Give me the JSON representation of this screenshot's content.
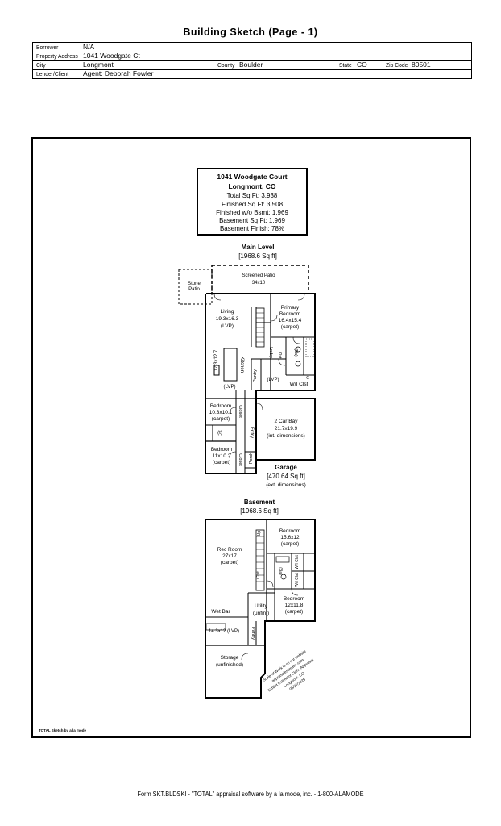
{
  "page_title": "Building Sketch (Page - 1)",
  "header": {
    "borrower_label": "Borrower",
    "borrower": "N/A",
    "property_address_label": "Property Address",
    "property_address": "1041 Woodgate Ct",
    "city_label": "City",
    "city": "Longmont",
    "county_label": "County",
    "county": "Boulder",
    "state_label": "State",
    "state": "CO",
    "zip_label": "Zip Code",
    "zip": "80501",
    "lender_label": "Lender/Client",
    "lender": "Agent: Deborah Fowler"
  },
  "summary": {
    "line1": "1041 Woodgate Court",
    "line2": "Longmont, CO",
    "line3": "Total Sq Ft: 3,938",
    "line4": "Finished Sq Ft: 3,508",
    "line5": "Finished w/o Bsmt: 1,969",
    "line6": "Basement Sq Ft: 1,969",
    "line7": "Basement Finish: 78%"
  },
  "main_level": {
    "title": "Main Level",
    "area": "[1968.6 Sq ft]",
    "screened_patio": "Screened Patio",
    "screened_patio_dim": "34x10",
    "stone_patio_1": "Stone",
    "stone_patio_2": "Patio",
    "living": "Living",
    "living_dim": "19.3x16.3",
    "living_floor": "(LVP)",
    "primary_1": "Primary",
    "primary_2": "Bedroom",
    "primary_dim": "16.4x15.4",
    "primary_floor": "(carpet)",
    "kitchen": "Kitchen",
    "kitchen_dim": "17.3x12.7",
    "kitchen_floor": "(LVP)",
    "laundry": "Lndry",
    "laundry_floor": "(LVP)",
    "pantry": "Pantry",
    "closet_small": "Clst",
    "bath": "(Ba)",
    "wic": "W/I Clst",
    "bedroom1": "Bedroom",
    "bedroom1_dim": "10.3x10.1",
    "bedroom1_floor": "(carpet)",
    "closet1": "Closet",
    "half_bath": "(t)",
    "entry": "Entry",
    "bedroom2": "Bedroom",
    "bedroom2_dim": "11x10.2",
    "bedroom2_floor": "(carpet)",
    "closet2": "Closet",
    "porch": "Porch",
    "garage_bay": "2 Car Bay",
    "garage_dim": "21.7x19.9",
    "garage_int": "(int. dimensions)",
    "garage_title": "Garage",
    "garage_area": "[470.64 Sq ft]",
    "garage_ext": "(ext. dimensions)",
    "c_label": "C"
  },
  "basement": {
    "title": "Basement",
    "area": "[1968.6 Sq ft]",
    "rec_room": "Rec Room",
    "rec_dim": "27x17",
    "rec_floor": "(carpet)",
    "bedroom_a": "Bedroom",
    "bedroom_a_dim": "15.6x12",
    "bedroom_a_floor": "(carpet)",
    "closet": "Clst",
    "bath": "(Ba)",
    "wi_clst_1": "W/I Clst",
    "wi_clst_2": "W/I Clst",
    "bedroom_b": "Bedroom",
    "bedroom_b_dim": "12x11.8",
    "bedroom_b_floor": "(carpet)",
    "utility": "Utility",
    "utility_note": "(unfin.)",
    "wet_bar": "Wet Bar",
    "wet_bar_dim": "14.3x12 (LVP)",
    "pantry": "Pantry",
    "storage": "Storage",
    "storage_note": "(unfinished)",
    "up": "Up"
  },
  "stamp": {
    "line1": "Scale of Work is on our website",
    "line2": "appraisalestimator.com",
    "line3": "Exhibit Estimator Clark. Appraiser",
    "line4": "Longmont, CO",
    "line5": "05/27/2025"
  },
  "total_note": "TOTAL Sketch by a la mode",
  "footer": "Form SKT.BLDSKI - \"TOTAL\" appraisal software by a la mode, inc. - 1-800-ALAMODE"
}
